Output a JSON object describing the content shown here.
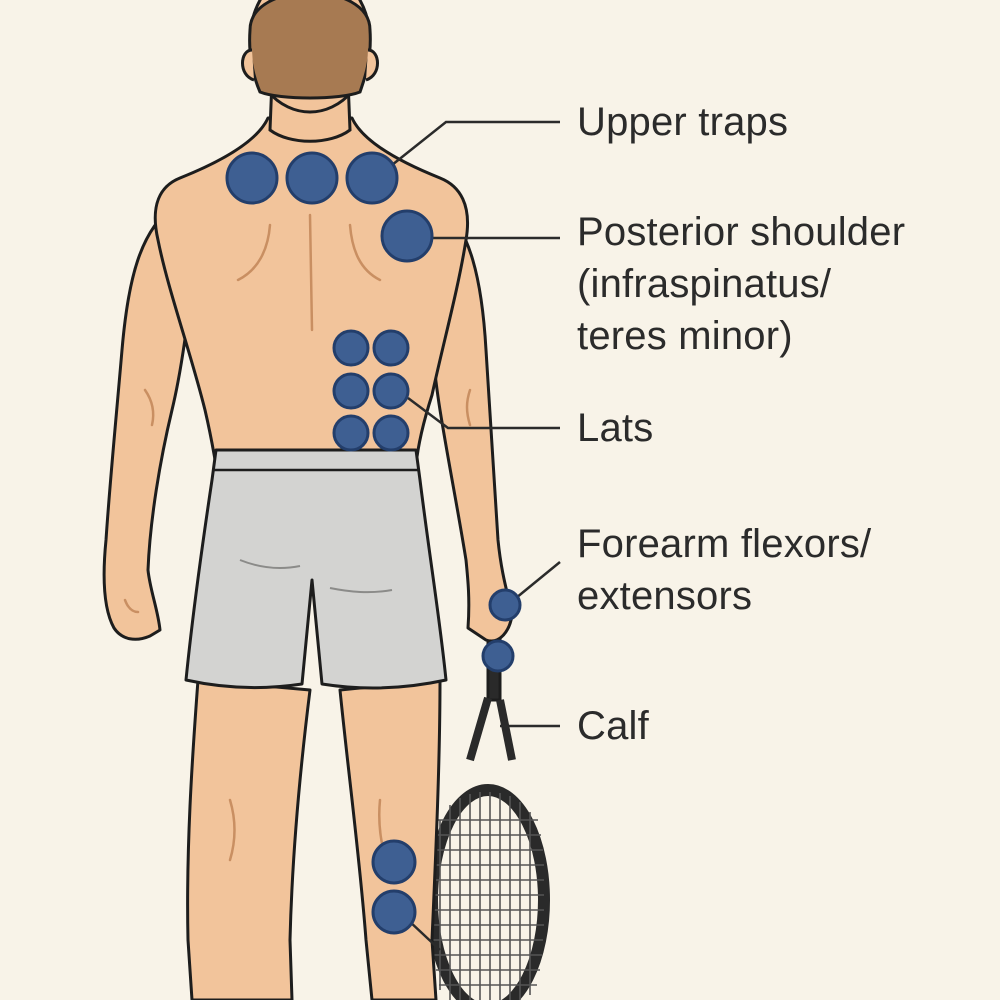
{
  "colors": {
    "background": "#f8f3e8",
    "skin": "#f2c49b",
    "skin_shadow": "#c98f62",
    "hair": "#a77a52",
    "shorts": "#d3d3d1",
    "outline": "#1d1d1d",
    "marker_fill": "#3e5f92",
    "marker_stroke": "#233e6b",
    "racket": "#2a2a2a"
  },
  "labels": {
    "upper_traps": {
      "lines": [
        "Upper traps"
      ],
      "points": 3
    },
    "posterior_shoulder": {
      "lines": [
        "Posterior shoulder",
        "(infraspinatus/",
        "teres minor)"
      ],
      "points": 1
    },
    "lats": {
      "lines": [
        "Lats"
      ],
      "points": 6
    },
    "forearm": {
      "lines": [
        "Forearm flexors/",
        "extensors"
      ],
      "points": 2
    },
    "calf": {
      "lines": [
        "Calf"
      ],
      "points": 2
    }
  }
}
